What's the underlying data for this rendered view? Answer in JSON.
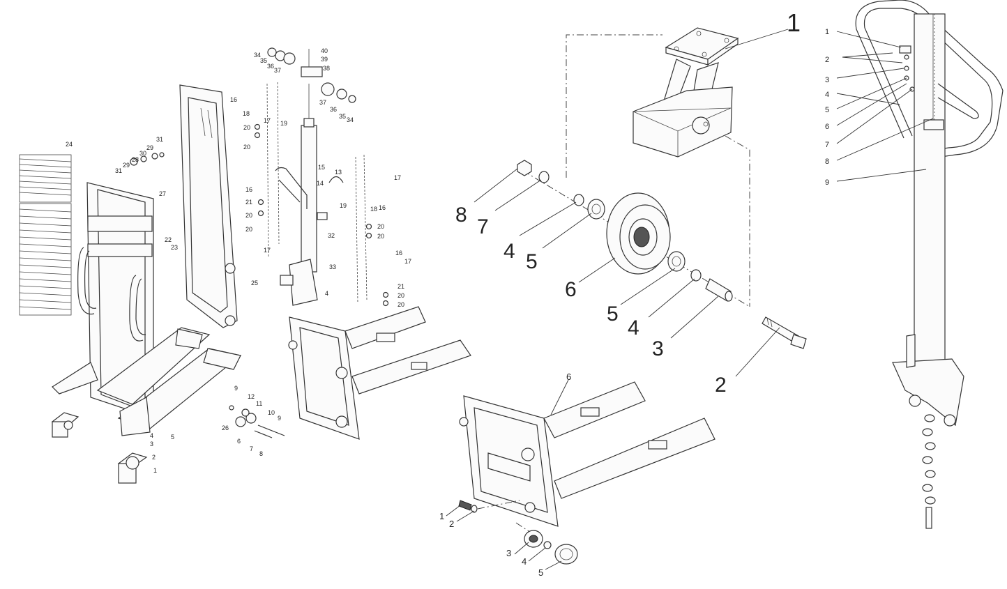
{
  "panel_a_labels": [
    "34",
    "35",
    "36",
    "37",
    "40",
    "39",
    "38",
    "37",
    "36",
    "35",
    "34",
    "16",
    "18",
    "17",
    "19",
    "20",
    "20",
    "15",
    "13",
    "14",
    "16",
    "21",
    "20",
    "20",
    "17",
    "17",
    "19",
    "18",
    "16",
    "20",
    "20",
    "32",
    "16",
    "17",
    "21",
    "20",
    "20",
    "4",
    "33",
    "25",
    "24",
    "31",
    "29",
    "28",
    "30",
    "29",
    "31",
    "27",
    "22",
    "23",
    "9",
    "12",
    "11",
    "10",
    "9",
    "26",
    "6",
    "7",
    "8",
    "5",
    "4",
    "3",
    "2",
    "1"
  ],
  "panel_b_labels": [
    "1",
    "8",
    "7",
    "4",
    "5",
    "6",
    "5",
    "4",
    "3",
    "2"
  ],
  "panel_c_labels": [
    "6",
    "1",
    "2",
    "3",
    "4",
    "5"
  ],
  "panel_d_labels": [
    "1",
    "2",
    "3",
    "4",
    "5",
    "6",
    "7",
    "8",
    "9"
  ]
}
